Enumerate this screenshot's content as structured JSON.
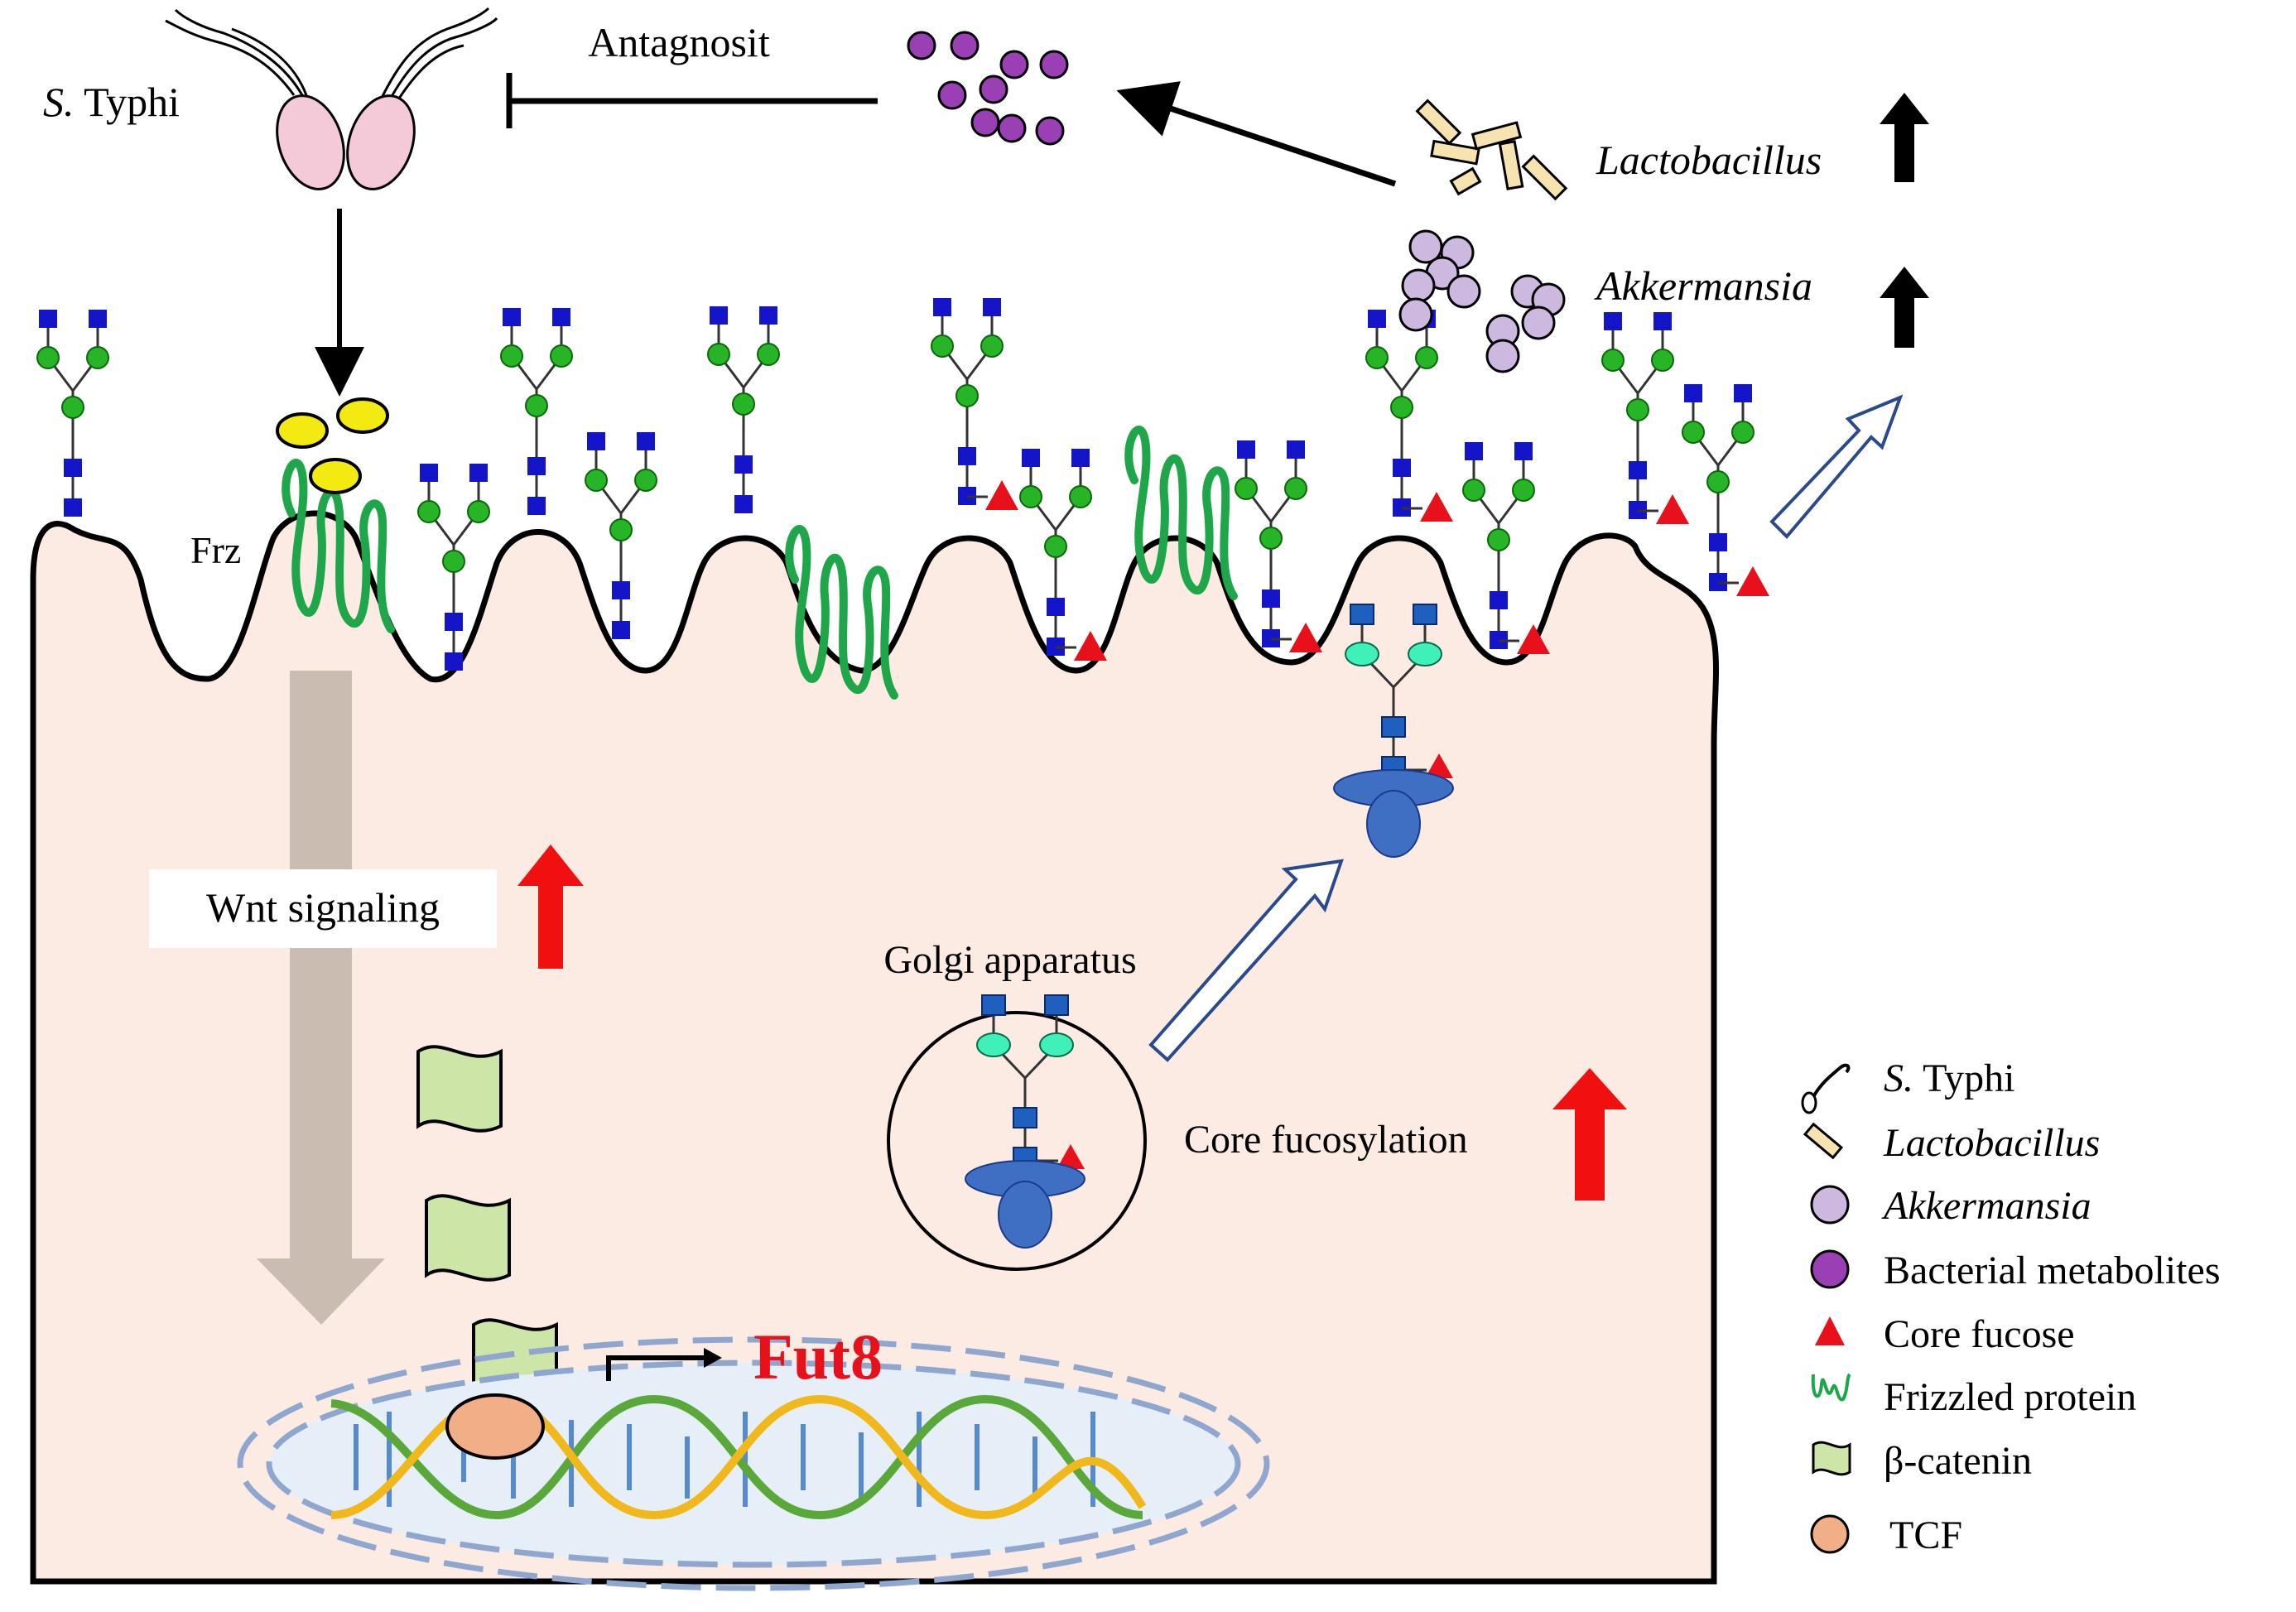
{
  "top": {
    "pathogen_label_italic": "S.",
    "pathogen_label_rest": " Typhi",
    "antagonist_label": "Antagnosit",
    "lactobacillus_label": "Lactobacillus",
    "akkermansia_label": "Akkermansia"
  },
  "cell": {
    "frz_label": "Frz",
    "wnt_label": "Wnt signaling",
    "golgi_label": "Golgi apparatus",
    "core_fuc_label": "Core fucosylation",
    "gene_label": "Fut8"
  },
  "legend": {
    "items": [
      {
        "italic": "S.",
        "rest": " Typhi",
        "icon": "bacterium-flagella-icon"
      },
      {
        "italic": "Lactobacillus",
        "rest": "",
        "icon": "rod-bacterium-icon"
      },
      {
        "italic": "Akkermansia",
        "rest": "",
        "icon": "coccus-bacterium-icon"
      },
      {
        "italic": "",
        "rest": "Bacterial metabolites",
        "icon": "metabolite-dot-icon"
      },
      {
        "italic": "",
        "rest": "Core fucose",
        "icon": "red-triangle-icon"
      },
      {
        "italic": "",
        "rest": "Frizzled protein",
        "icon": "frizzled-coil-icon"
      },
      {
        "italic": "",
        "rest": "β-catenin",
        "icon": "beta-catenin-flag-icon"
      },
      {
        "italic": "",
        "rest": "TCF",
        "icon": "tcf-oval-icon"
      }
    ]
  },
  "colors": {
    "cell_fill": "#fcebe3",
    "metabolite": "#9b3fb5",
    "akkermansia": "#cdb8e0",
    "lactobacillus": "#f7e3b0",
    "glycan_square": "#1414c8",
    "glycan_circle": "#27b427",
    "core_fucose": "#e8101a",
    "frizzled": "#1fa64a",
    "beta_catenin": "#cde5a6",
    "tcf": "#f2ae86",
    "golgi_blue": "#3f6fc2",
    "up_red": "#f01010",
    "wnt_arrow": "#cbbcb2",
    "nucleus": "#e6eef8"
  }
}
